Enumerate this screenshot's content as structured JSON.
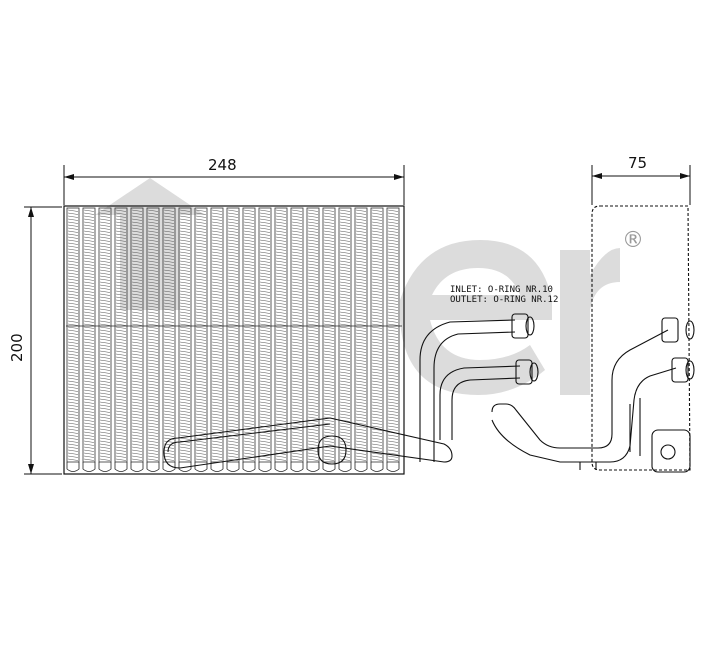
{
  "dimensions": {
    "width": "248",
    "depth": "75",
    "height": "200"
  },
  "notes": {
    "inlet": "INLET: O-RING NR.10",
    "outlet": "OUTLET: O-RING NR.12"
  },
  "watermark": {
    "registered_mark": "®",
    "color": "#d8d8d8"
  },
  "colors": {
    "line": "#111111",
    "fin": "#555555"
  }
}
